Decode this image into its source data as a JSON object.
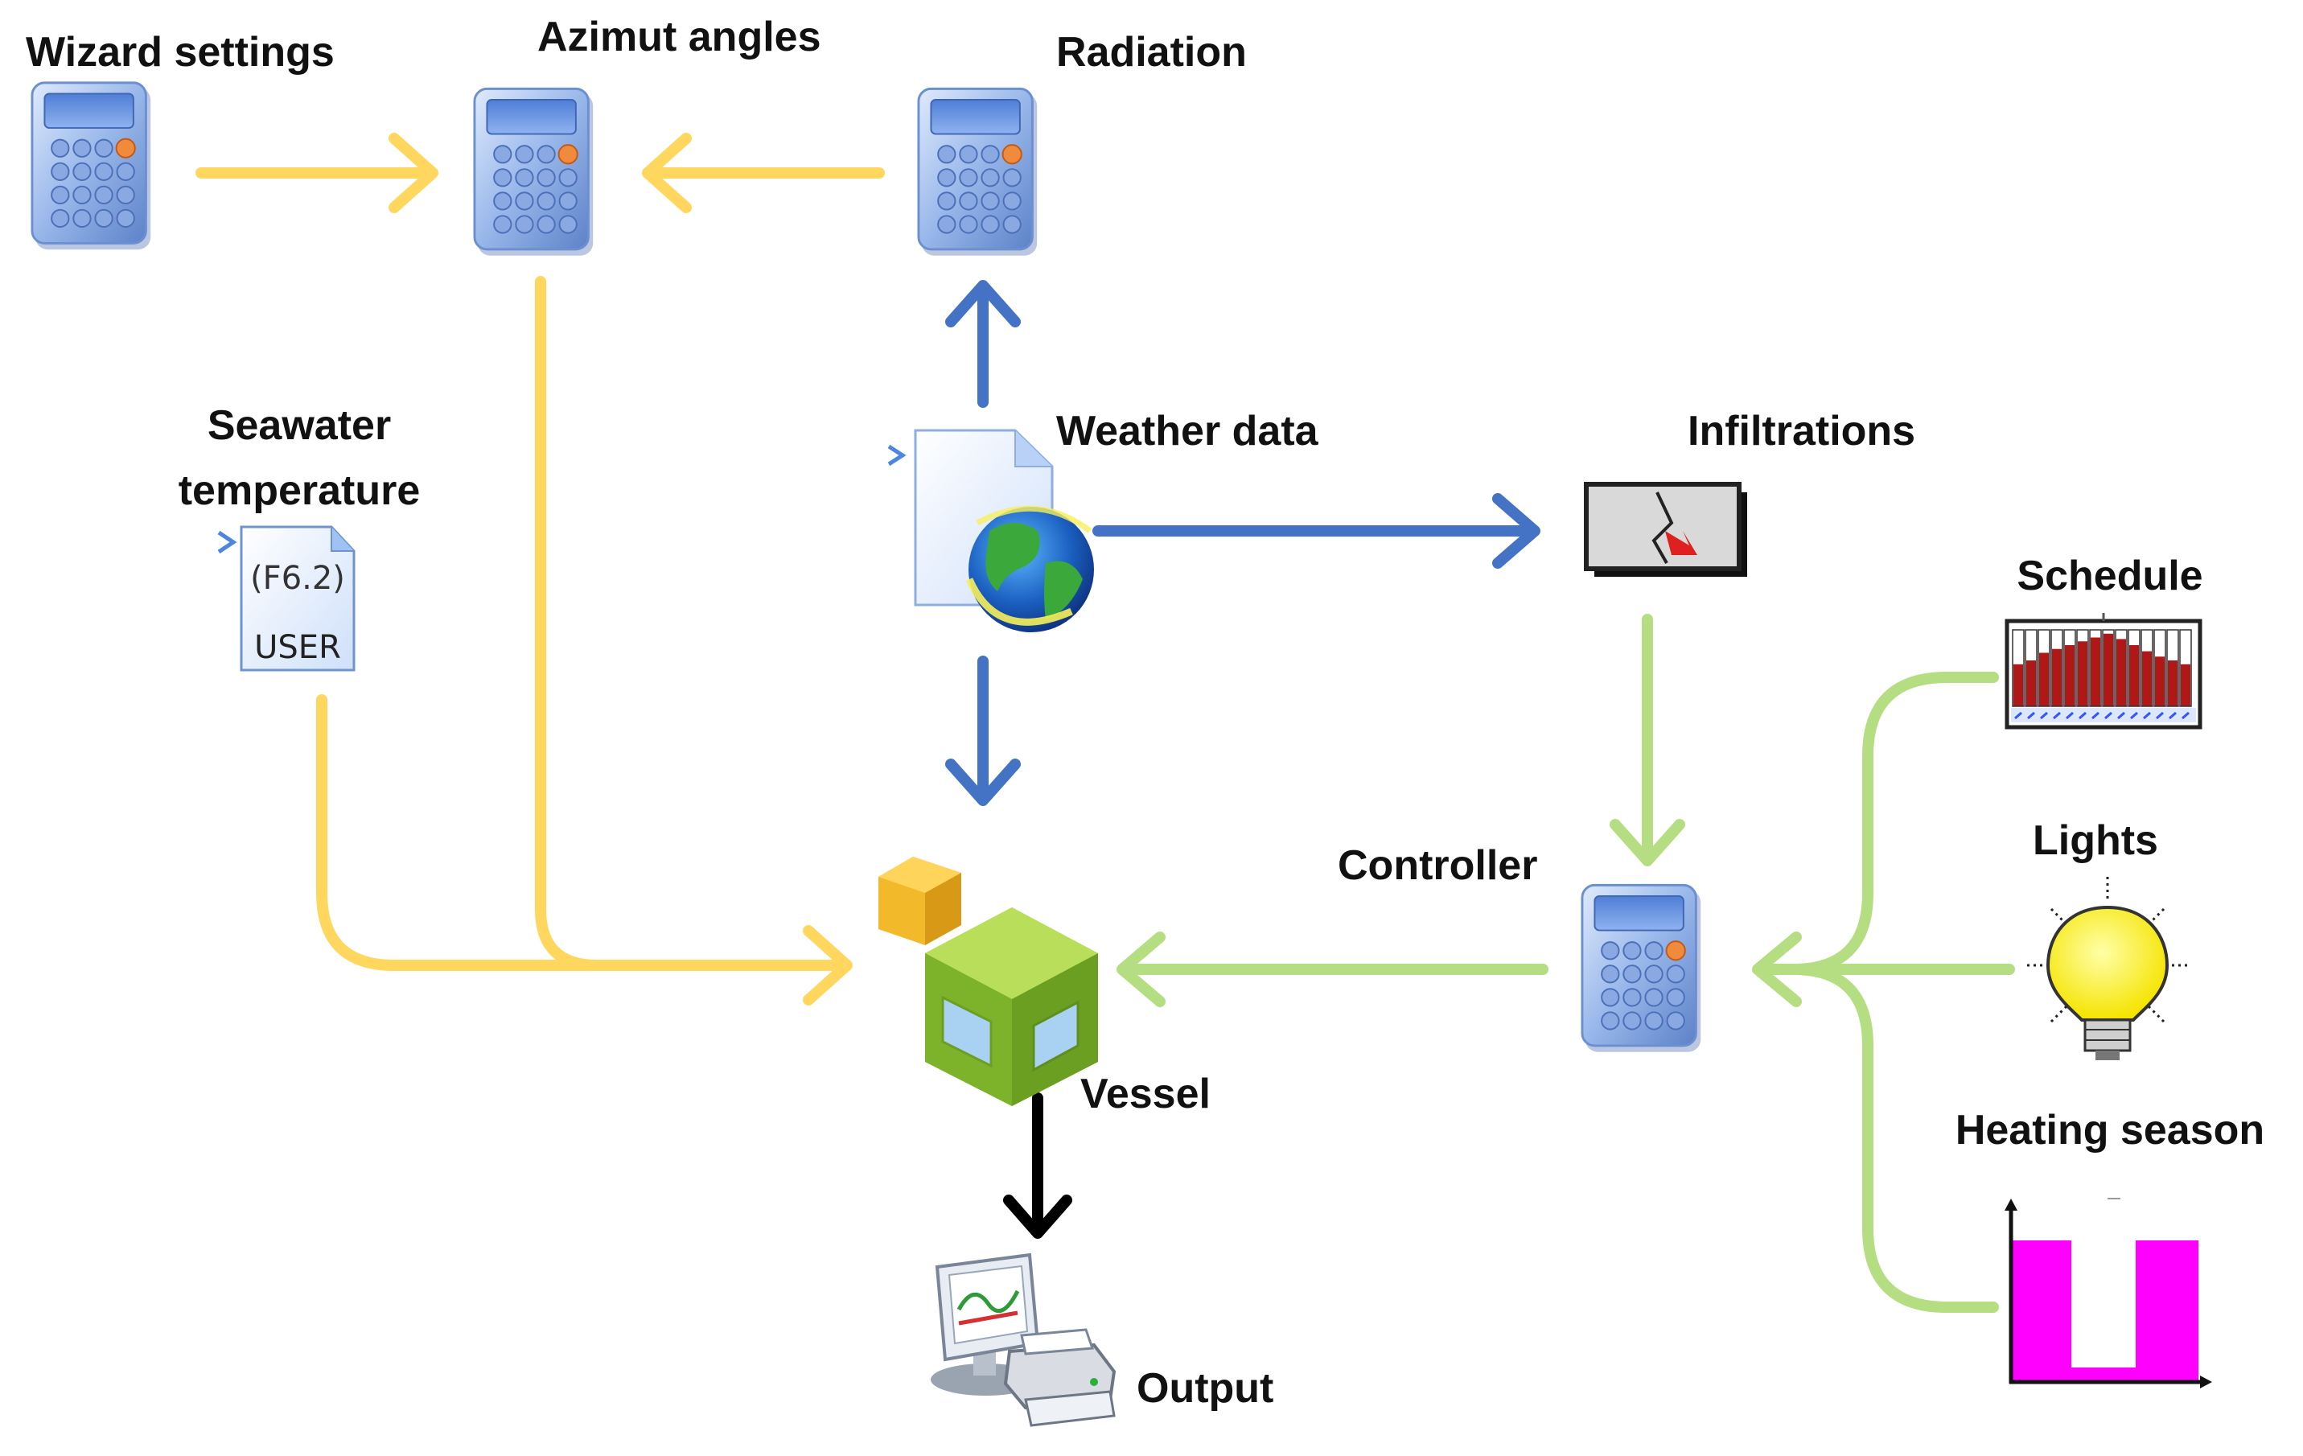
{
  "colors": {
    "yellow_flow": "#FFD75E",
    "blue_flow": "#4472C4",
    "green_flow": "#B5DE82",
    "output_flow": "#000000",
    "heating_season": "#FF00FF",
    "schedule_bars": "#B01818"
  },
  "nodes": {
    "wizard_settings": {
      "label": "Wizard settings",
      "icon": "calculator-icon"
    },
    "azimut_angles": {
      "label": "Azimut angles",
      "icon": "calculator-icon"
    },
    "radiation": {
      "label": "Radiation",
      "icon": "calculator-icon"
    },
    "seawater_temperature": {
      "label_line1": "Seawater",
      "label_line2": "temperature",
      "icon": "user-file-icon",
      "icon_text_top": "(F6.2)",
      "icon_text_bottom": "USER"
    },
    "weather_data": {
      "label": "Weather data",
      "icon": "weather-file-globe-icon"
    },
    "infiltrations": {
      "label": "Infiltrations",
      "icon": "infiltration-icon"
    },
    "schedule": {
      "label": "Schedule",
      "icon": "schedule-chart-icon"
    },
    "lights": {
      "label": "Lights",
      "icon": "light-bulb-icon"
    },
    "heating_season": {
      "label": "Heating season",
      "icon": "heating-season-chart-icon"
    },
    "controller": {
      "label": "Controller",
      "icon": "calculator-icon"
    },
    "vessel": {
      "label": "Vessel",
      "icon": "vessel-cube-icon"
    },
    "output": {
      "label": "Output",
      "icon": "printer-monitor-icon"
    }
  }
}
